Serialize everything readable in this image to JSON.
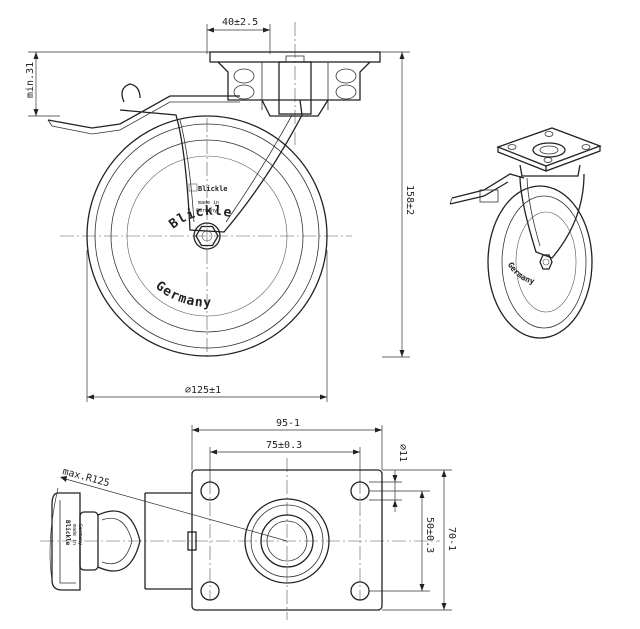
{
  "dimensions": {
    "plate_hole_spacing_side": "40±2.5",
    "lock_clearance": "min.31",
    "overall_height": "158±2",
    "wheel_diameter": "∅125±1",
    "plate_width": "95-1",
    "hole_spacing_x": "75±0.3",
    "hole_diameter": "∅11",
    "hole_spacing_y": "50±0.3",
    "plate_length": "70-1",
    "swivel_radius": "max.R125"
  },
  "wheel_marking": {
    "brand_line1": "Blickle",
    "brand_line2": "Germany",
    "badge_brand": "Blickle",
    "badge_line1": "made in",
    "badge_line2": "Germany"
  },
  "colors": {
    "line": "#222222",
    "background": "#ffffff"
  }
}
